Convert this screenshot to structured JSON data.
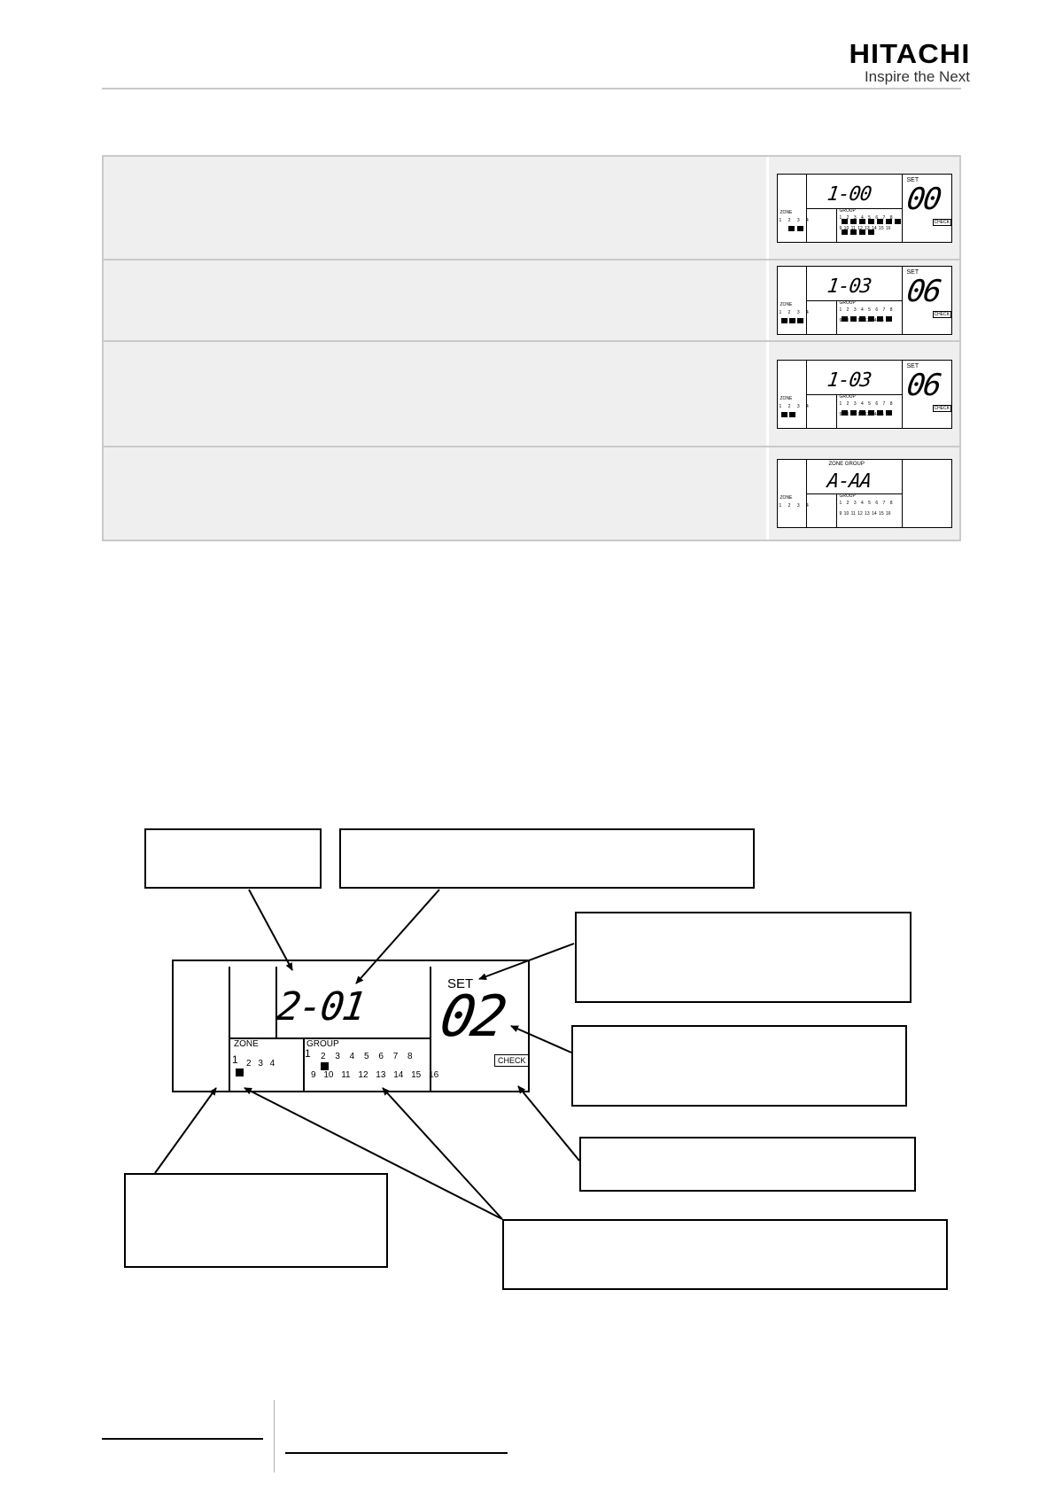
{
  "header": {
    "brand": "HITACHI",
    "tagline": "Inspire the Next"
  },
  "steps": [
    {
      "code": "1-00",
      "set_value": "00",
      "set_label": "SET",
      "zone_label": "ZONE",
      "group_label": "GROUP",
      "check_label": "CHECK"
    },
    {
      "code": "1-03",
      "set_value": "06",
      "set_label": "SET",
      "zone_label": "ZONE",
      "group_label": "GROUP",
      "check_label": "CHECK"
    },
    {
      "code": "1-03",
      "set_value": "06",
      "set_label": "SET",
      "zone_label": "ZONE",
      "group_label": "GROUP",
      "check_label": "CHECK"
    },
    {
      "code": "A-AA",
      "zone_group_label": "ZONE GROUP",
      "zone_label": "ZONE",
      "group_label": "GROUP"
    }
  ],
  "small_zone_numbers": "1 2 3 4",
  "small_group_row1": "1 2 3 4 5 6 7 8",
  "small_group_row2": "9 10 11 12 13 14 15 16",
  "diagram": {
    "code": "2-01",
    "set_label": "SET",
    "set_value": "02",
    "zone_label": "ZONE",
    "group_label": "GROUP",
    "zone_numbers": "2 3 4",
    "zone_blink": "1",
    "group_row1": "2 3 4 5 6 7 8",
    "group_blink": "1",
    "group_row2": "9 10 11 12 13 14 15 16",
    "check_label": "CHECK"
  }
}
